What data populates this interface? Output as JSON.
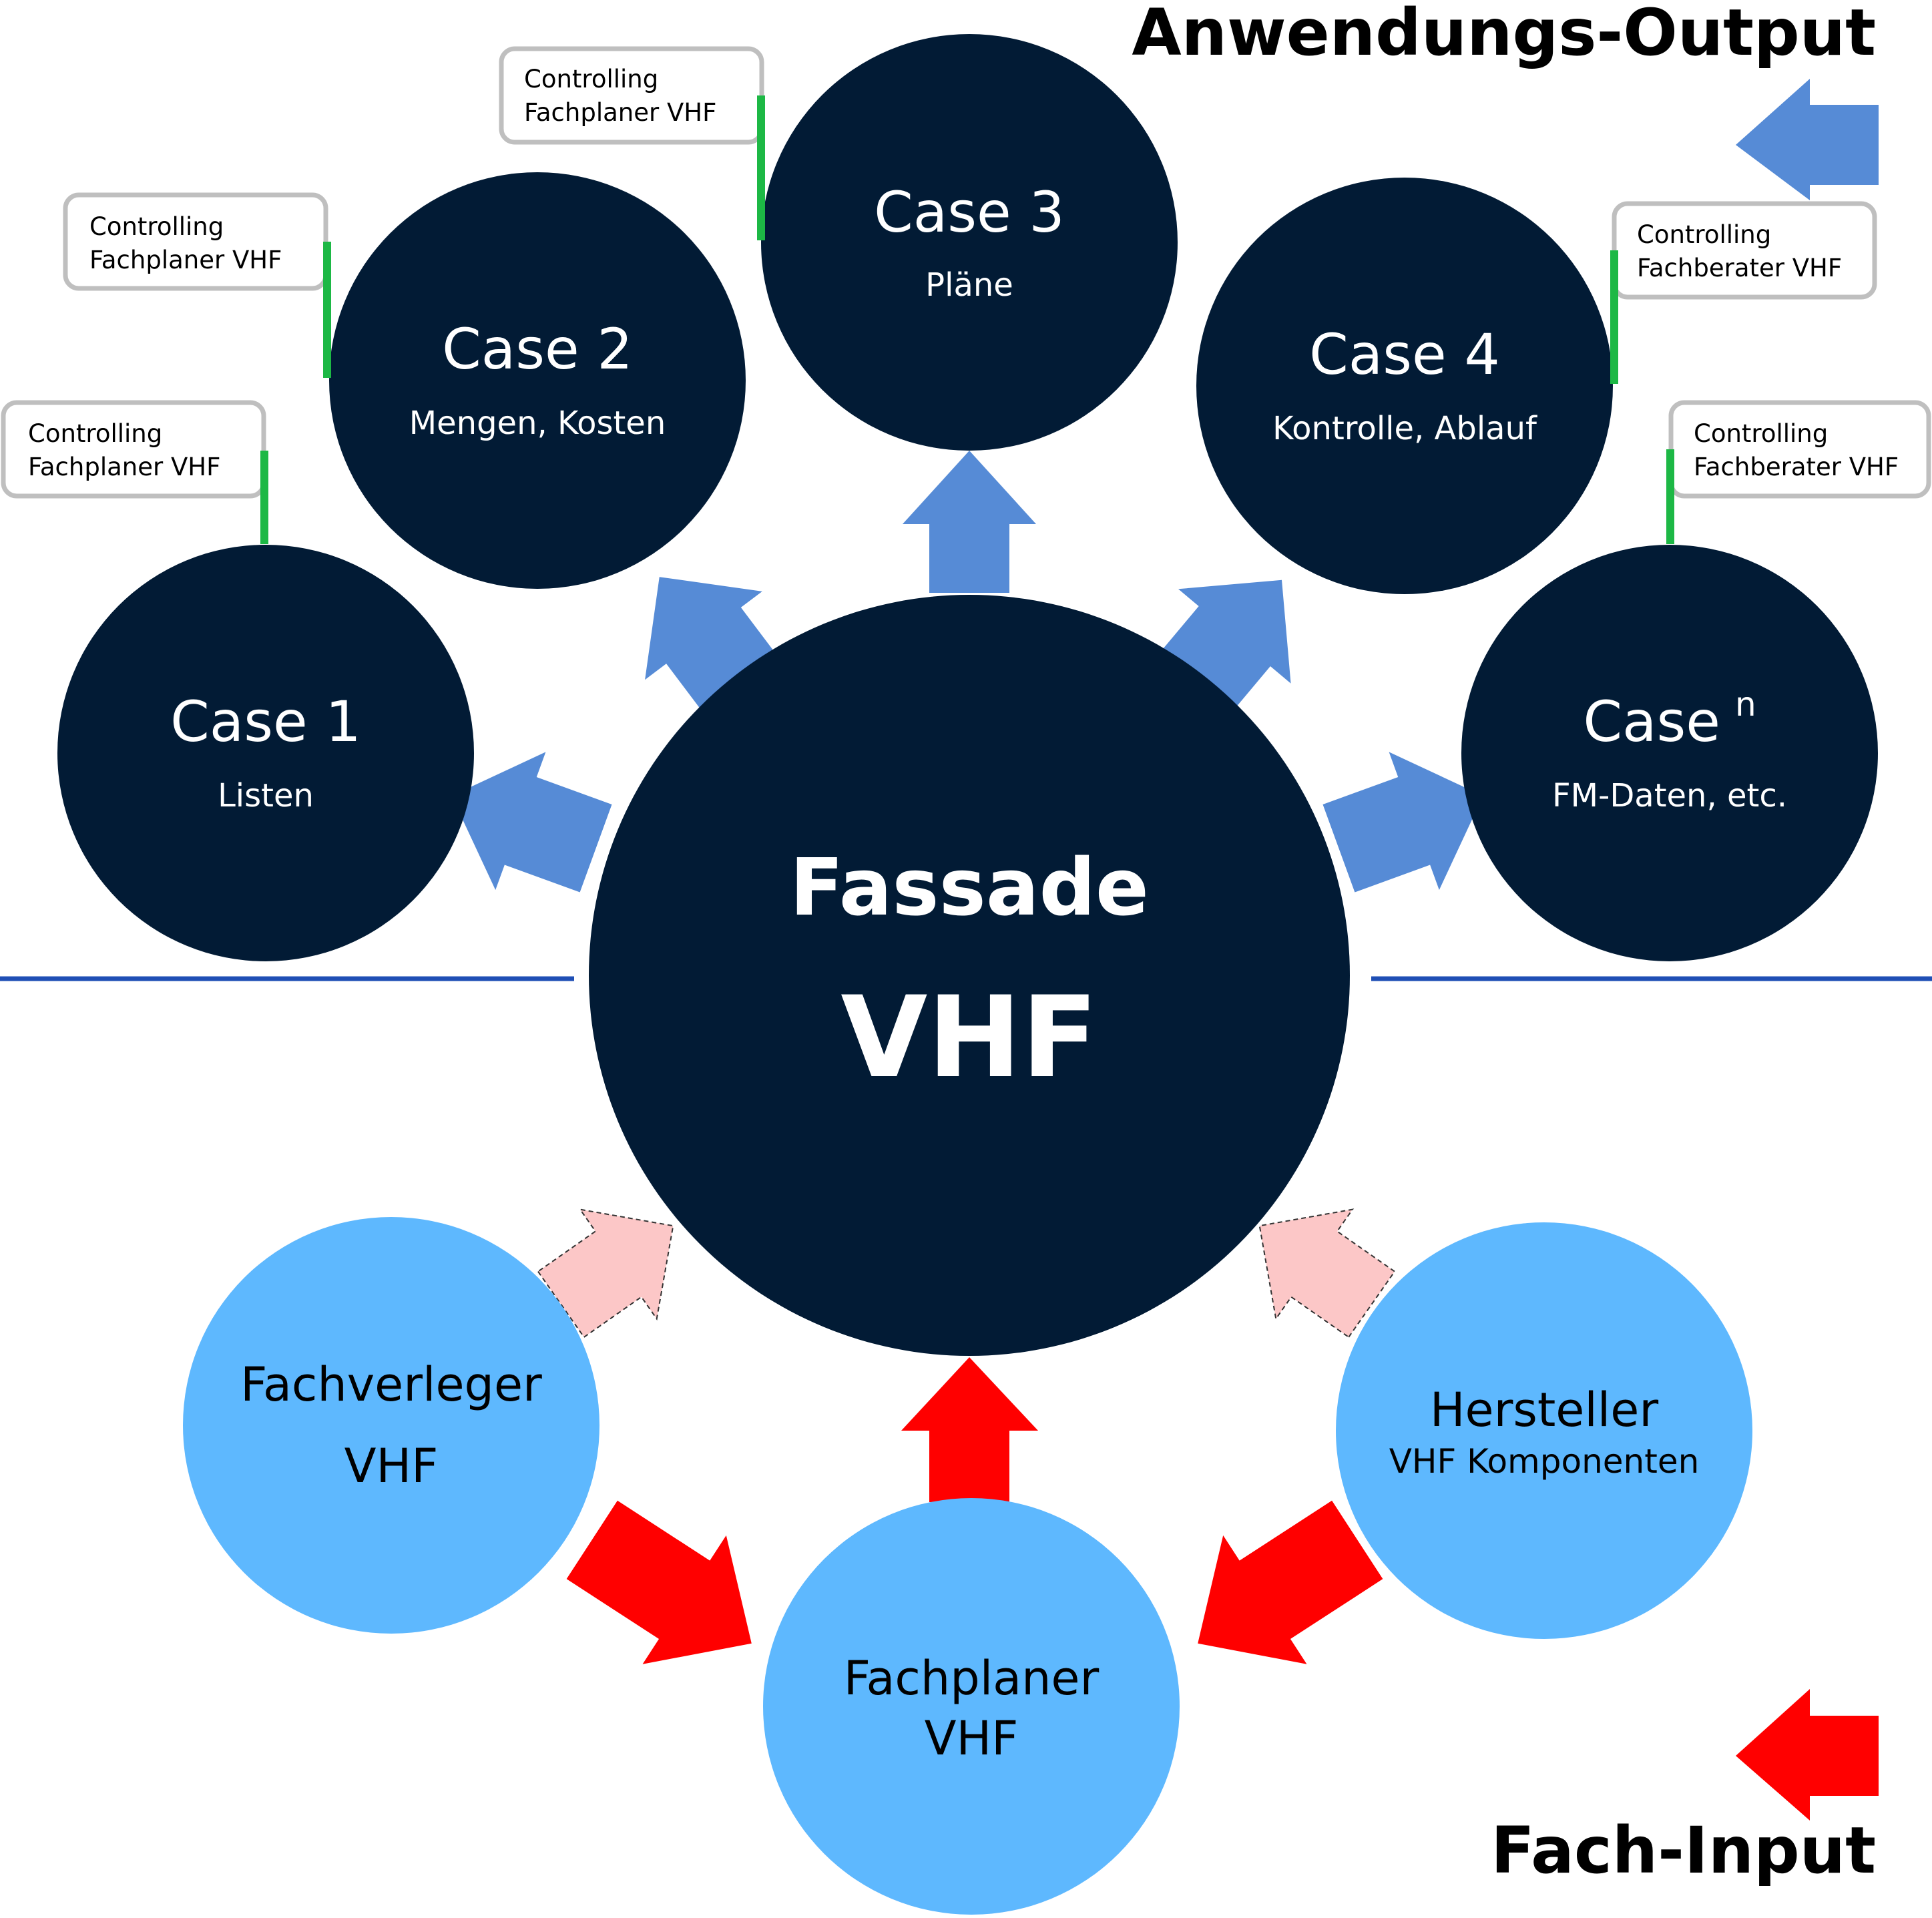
{
  "labels": {
    "output_title": "Anwendungs-Output",
    "input_title": "Fach-Input"
  },
  "colors": {
    "dark_node": "#021B35",
    "light_node": "#5EB8FE",
    "output_arrow": "#568BD6",
    "input_arrow": "#FF0000",
    "pending_arrow": "#FCC7C7",
    "divider": "#1F4FB5",
    "control_line": "#1DB845",
    "control_box_border": "#BFBFBF"
  },
  "center": {
    "line1": "Fassade",
    "line2": "VHF"
  },
  "cases": [
    {
      "id": "case1",
      "title": "Case 1",
      "sub": "Listen"
    },
    {
      "id": "case2",
      "title": "Case 2",
      "sub": "Mengen, Kosten"
    },
    {
      "id": "case3",
      "title": "Case 3",
      "sub": "Pläne"
    },
    {
      "id": "case4",
      "title": "Case 4",
      "sub": "Kontrolle, Ablauf"
    },
    {
      "id": "casen",
      "title": "Case",
      "sup": "n",
      "sub": "FM-Daten, etc."
    }
  ],
  "controls": [
    {
      "for": "case1",
      "line1": "Controlling",
      "line2": "Fachplaner VHF"
    },
    {
      "for": "case2",
      "line1": "Controlling",
      "line2": "Fachplaner VHF"
    },
    {
      "for": "case3",
      "line1": "Controlling",
      "line2": "Fachplaner VHF"
    },
    {
      "for": "case4",
      "line1": "Controlling",
      "line2": "Fachberater VHF"
    },
    {
      "for": "casen",
      "line1": "Controlling",
      "line2": "Fachberater VHF"
    }
  ],
  "inputs": {
    "fachverleger": {
      "line1": "Fachverleger",
      "line2": "VHF"
    },
    "fachplaner": {
      "line1": "Fachplaner",
      "line2": "VHF"
    },
    "hersteller": {
      "line1": "Hersteller",
      "line2": "VHF Komponenten"
    }
  }
}
